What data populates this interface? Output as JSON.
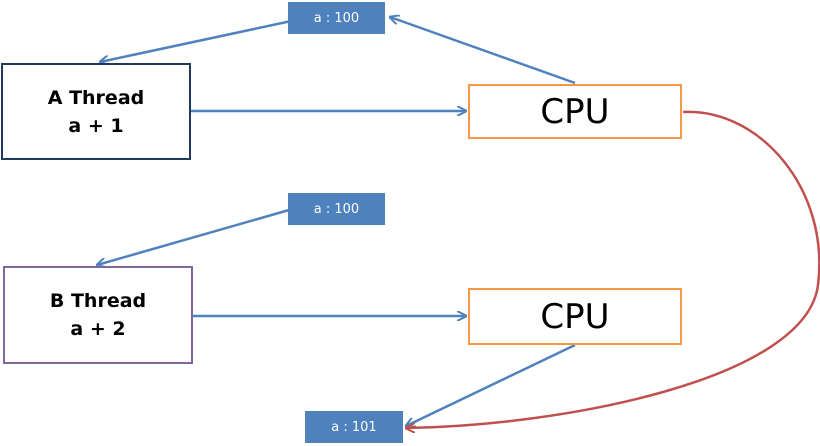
{
  "threads": {
    "a": {
      "name": "A Thread",
      "op": "a + 1"
    },
    "b": {
      "name": "B Thread",
      "op": "a + 2"
    }
  },
  "cpus": [
    {
      "label": "CPU"
    },
    {
      "label": "CPU"
    }
  ],
  "values": {
    "top": "a : 100",
    "middle": "a : 100",
    "bottom": "a : 101"
  },
  "colors": {
    "arrow_blue": "#4f81bd",
    "arrow_red": "#c0504d",
    "thread_a_border": "#1f3a5c",
    "thread_b_border": "#8066a0",
    "cpu_border": "#f79646",
    "value_fill": "#4f81bd"
  }
}
